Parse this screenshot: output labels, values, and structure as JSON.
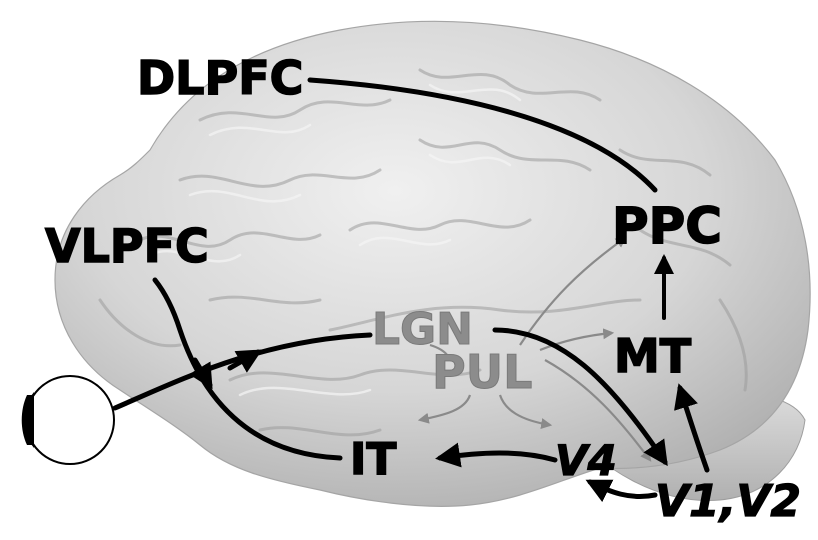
{
  "labels": {
    "dlpfc": "DLPFC",
    "vlpfc": "VLPFC",
    "ppc": "PPC",
    "lgn": "LGN",
    "pul": "PUL",
    "mt": "MT",
    "it": "IT",
    "v4": "V4",
    "v1v2": "V1,V2"
  },
  "colors": {
    "primary_pathway": "#000000",
    "subcortical_pathway": "#8a8a8a",
    "subcortical_label": "#8c8c8c",
    "brain_fill": "#d4d4d4",
    "brain_highlight": "#ececec",
    "brain_shadow": "#a8a8a8"
  }
}
